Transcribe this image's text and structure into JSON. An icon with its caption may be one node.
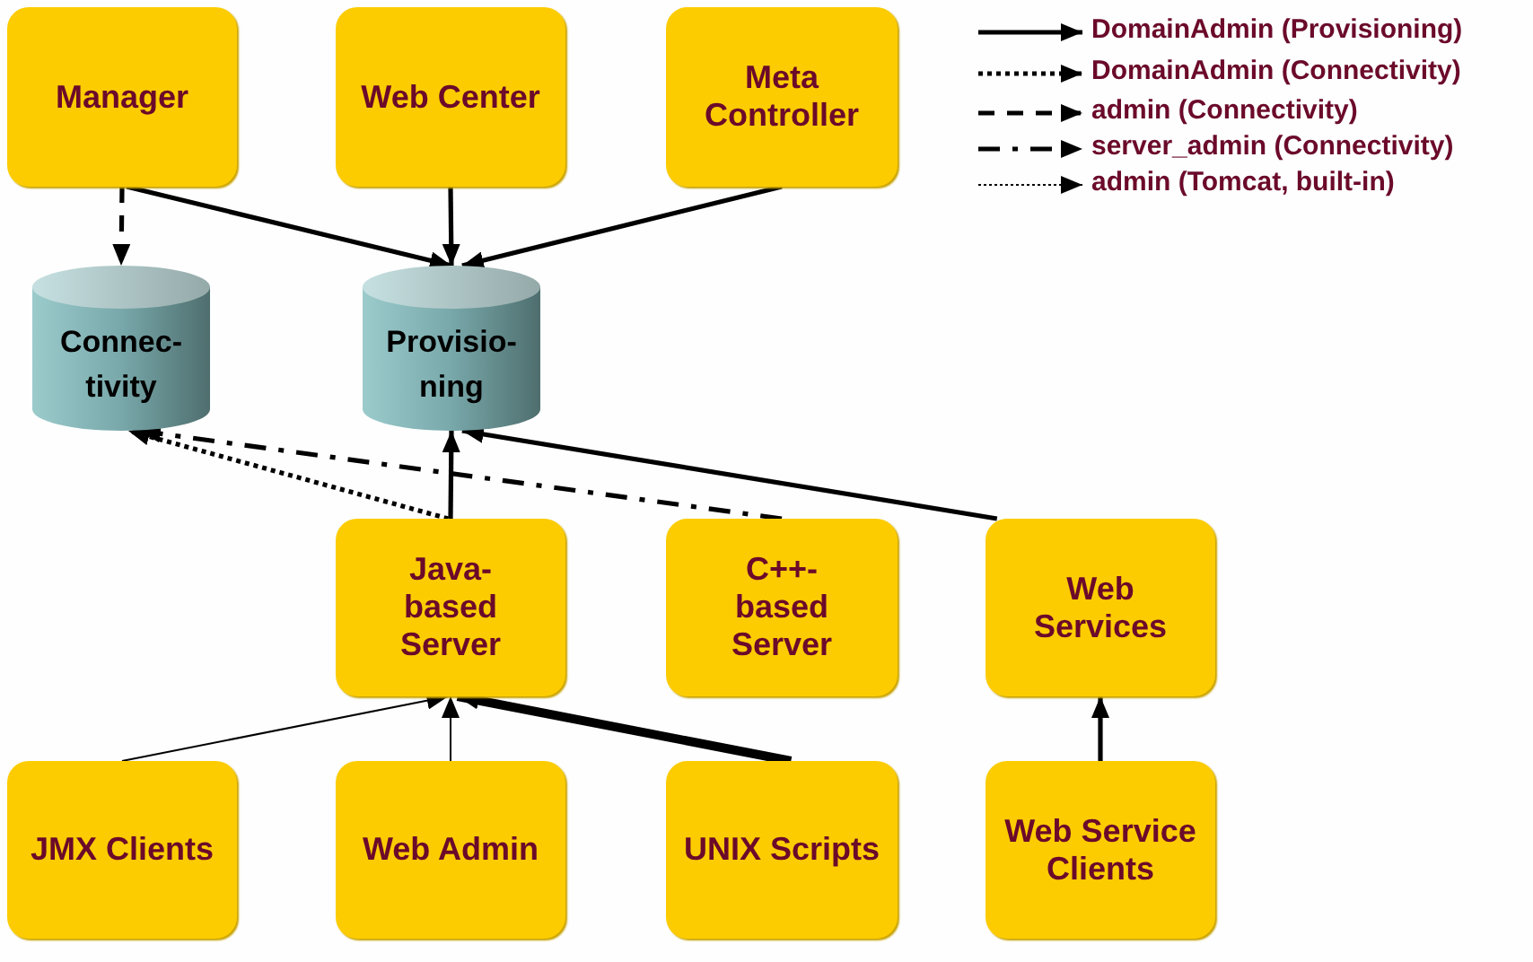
{
  "diagram": {
    "nodes": [
      {
        "text": [
          "Manager"
        ]
      },
      {
        "text": [
          "Web Center"
        ]
      },
      {
        "text": [
          "Meta Controller"
        ]
      },
      {
        "text": [
          "Connec- tivity"
        ]
      },
      {
        "text": [
          "Provisio- ning"
        ]
      },
      {
        "text": [
          "Java- based Server"
        ]
      },
      {
        "text": [
          "C++- based Server"
        ]
      },
      {
        "text": [
          "Web Services"
        ]
      },
      {
        "text": [
          "JMX Clients"
        ]
      },
      {
        "text": [
          "Web Admin"
        ]
      },
      {
        "text": [
          "UNIX Scripts"
        ]
      },
      {
        "text": [
          "Web Service Clients"
        ]
      }
    ],
    "edges": [
      {
        "from": 0,
        "to": 3,
        "arrow": "to",
        "style": "dashed"
      },
      {
        "from": 0,
        "to": 4,
        "arrow": "to"
      },
      {
        "from": 1,
        "to": 4,
        "arrow": "to"
      },
      {
        "from": 2,
        "to": 4,
        "arrow": "to"
      },
      {
        "from": 5,
        "to": 4,
        "arrow": "to"
      },
      {
        "from": 5,
        "to": 3,
        "arrow": "to",
        "style": "dashed"
      },
      {
        "from": 6,
        "to": 3,
        "arrow": "to",
        "style": "dashed"
      },
      {
        "from": 7,
        "to": 4,
        "arrow": "to"
      },
      {
        "from": 8,
        "to": 5,
        "arrow": "to"
      },
      {
        "from": 9,
        "to": 5,
        "arrow": "to"
      },
      {
        "from": 10,
        "to": 5,
        "arrow": "to",
        "style": "thick"
      },
      {
        "from": 11,
        "to": 7,
        "arrow": "to"
      }
    ],
    "legend": [
      {
        "text": "DomainAdmin (Provisioning)"
      },
      {
        "text": "DomainAdmin (Connectivity)"
      },
      {
        "text": "admin (Connectivity)"
      },
      {
        "text": "server_admin (Connectivity)"
      },
      {
        "text": "admin (Tomcat, built-in)"
      }
    ]
  }
}
